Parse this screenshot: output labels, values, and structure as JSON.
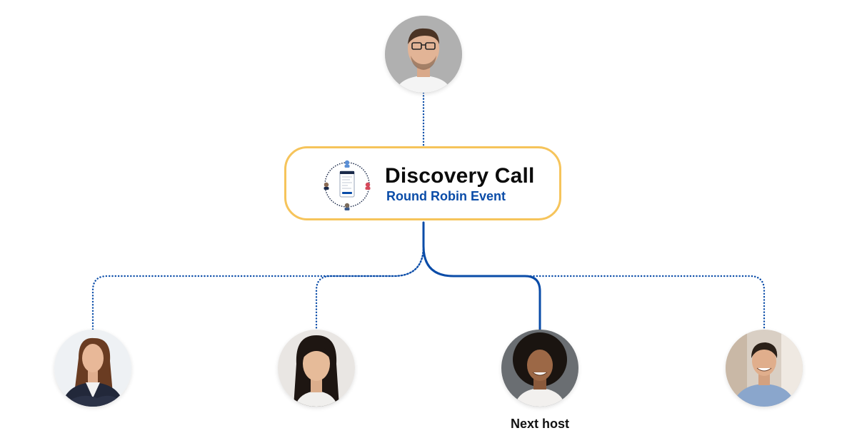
{
  "event": {
    "title": "Discovery Call",
    "subtitle": "Round Robin Event",
    "icon": "round-robin-icon"
  },
  "hosts": {
    "next_host_label": "Next host"
  },
  "colors": {
    "card_border": "#f6c45b",
    "connector": "#0a4ca8",
    "subtitle": "#0a4ca8"
  }
}
